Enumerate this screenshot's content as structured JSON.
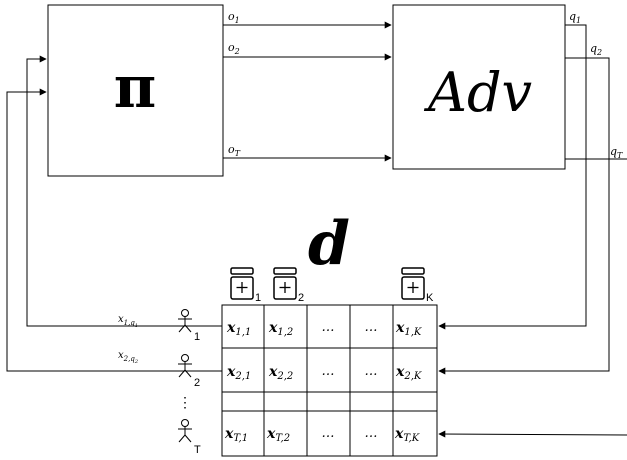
{
  "policy": {
    "label": "π"
  },
  "adversary": {
    "label": "Adv"
  },
  "dataset": {
    "label": "d"
  },
  "observations": [
    "o1",
    "o2",
    "oT"
  ],
  "queries": [
    "q1",
    "q2",
    "qT"
  ],
  "selected_samples": [
    "x1,q1",
    "x2,q2"
  ],
  "users": [
    {
      "index": "1"
    },
    {
      "index": "2"
    },
    {
      "index": "T"
    }
  ],
  "user_ellipsis": "⋮",
  "models": [
    {
      "index": "1"
    },
    {
      "index": "2"
    },
    {
      "index": "K"
    }
  ],
  "table": {
    "ellipsis": "…",
    "rows": [
      [
        "x1,1",
        "x1,2",
        "…",
        "…",
        "x1,K"
      ],
      [
        "x2,1",
        "x2,2",
        "…",
        "…",
        "x2,K"
      ],
      [
        "",
        "",
        "",
        "",
        ""
      ],
      [
        "xT,1",
        "xT,2",
        "…",
        "…",
        "xT,K"
      ]
    ]
  },
  "colors": {
    "stroke": "#000000",
    "background": "#ffffff"
  }
}
